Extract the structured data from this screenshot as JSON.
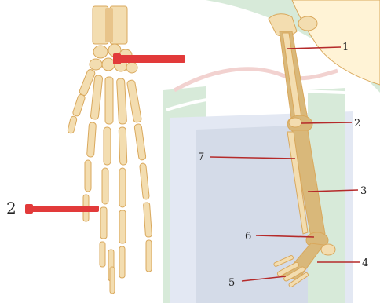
{
  "diagram": {
    "colors": {
      "bone_fill": "#f3ddb0",
      "bone_stroke": "#d9a85c",
      "bone_shade": "#e8c48a",
      "leg_fill": "#d9b87a",
      "leader_red": "#b52a2a",
      "arrow_red": "#e23a3a",
      "background_green": "#d7ead9",
      "background_panel": "#e3e8f3",
      "background_bluegray": "#d4dbe8",
      "skull_fill": "#fff3d6"
    },
    "labels": {
      "l1": "1",
      "l2": "2",
      "l3": "3",
      "l4": "4",
      "l5": "5",
      "l6": "6",
      "l7": "7",
      "hand_label": "2"
    }
  }
}
